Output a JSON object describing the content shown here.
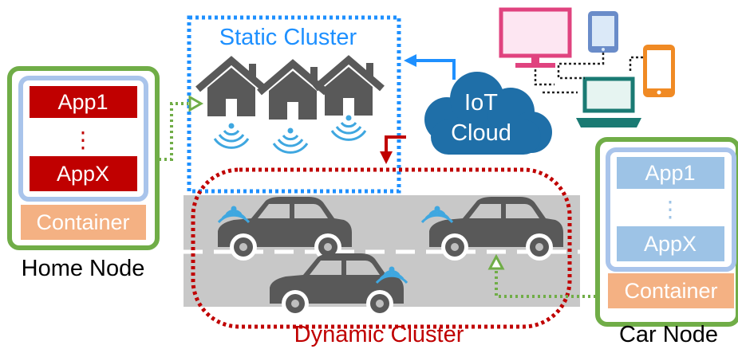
{
  "home_node": {
    "app_first": "App1",
    "ellipsis": "⋮",
    "app_last": "AppX",
    "container": "Container",
    "caption": "Home Node"
  },
  "car_node": {
    "app_first": "App1",
    "ellipsis": "⋮",
    "app_last": "AppX",
    "container": "Container",
    "caption": "Car Node"
  },
  "static_cluster": {
    "title": "Static Cluster"
  },
  "cloud": {
    "line1": "IoT",
    "line2": "Cloud"
  },
  "dynamic_cluster": {
    "title": "Dynamic Cluster"
  },
  "colors": {
    "node_border": "#70ad47",
    "inner_border": "#a9c4eb",
    "home_app": "#c00000",
    "car_app": "#9dc3e6",
    "container": "#f4b183",
    "static_border": "#1e90ff",
    "dynamic_border": "#c00000",
    "cloud": "#1f6fa8",
    "road": "#c8c8c8",
    "car": "#595959",
    "house": "#595959",
    "wifi": "#3fa7e0"
  },
  "icons": [
    "house-icon",
    "wifi-icon",
    "car-icon",
    "monitor-icon",
    "tablet-icon",
    "laptop-icon",
    "cloud-icon",
    "arrow-icon"
  ]
}
